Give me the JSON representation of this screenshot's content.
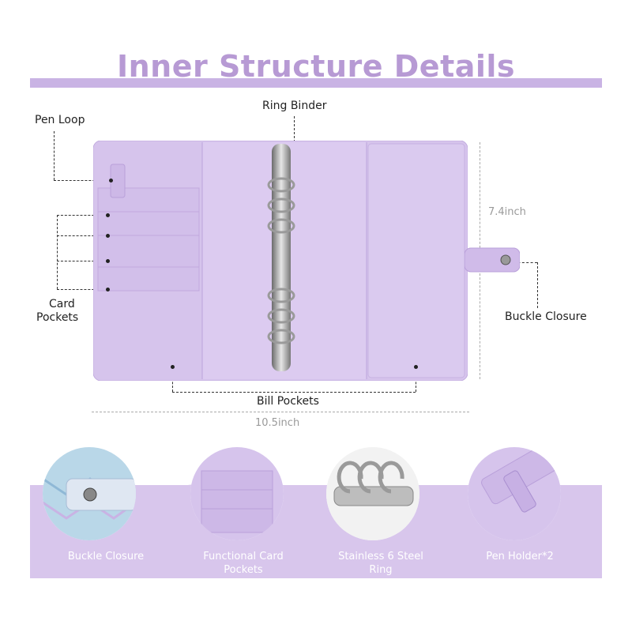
{
  "title": "Inner Structure Details",
  "callouts": {
    "ring_binder": "Ring Binder",
    "pen_loop": "Pen Loop",
    "card_pockets_line1": "Card",
    "card_pockets_line2": "Pockets",
    "buckle_closure": "Buckle Closure",
    "bill_pockets": "Bill Pockets"
  },
  "dimensions": {
    "height": "7.4inch",
    "width": "10.5inch"
  },
  "features": [
    {
      "label_line1": "Buckle Closure",
      "label_line2": ""
    },
    {
      "label_line1": "Functional Card",
      "label_line2": "Pockets"
    },
    {
      "label_line1": "Stainless 6 Steel",
      "label_line2": "Ring"
    },
    {
      "label_line1": "Pen Holder*2",
      "label_line2": ""
    }
  ],
  "colors": {
    "accent": "#c9b3e4",
    "title": "#b79ad4",
    "binder": "#d6c4ec",
    "band": "#d8c6ec"
  }
}
